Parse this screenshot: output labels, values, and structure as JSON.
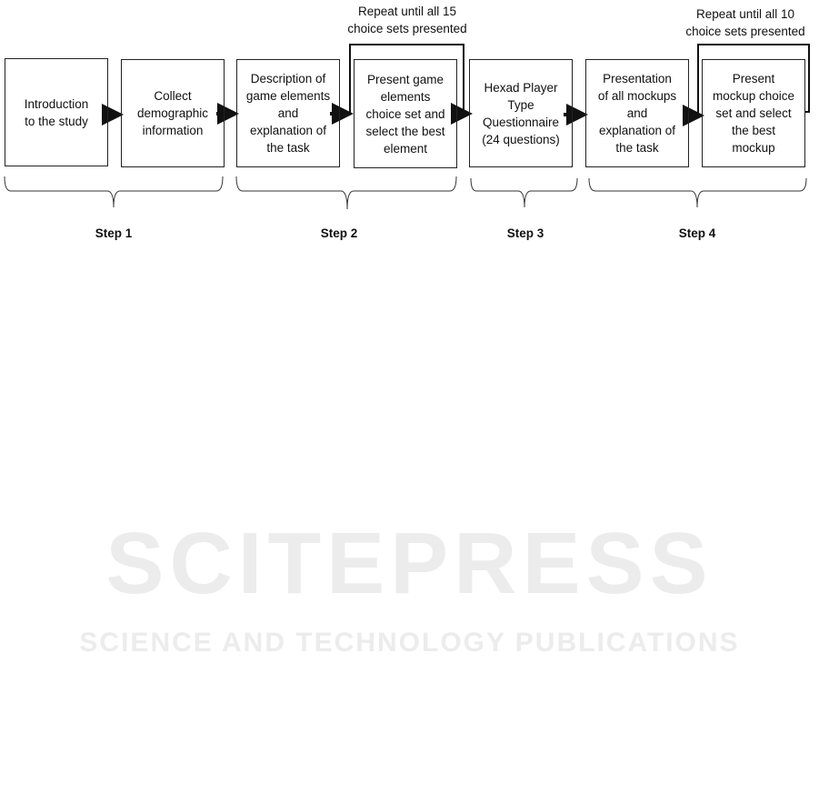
{
  "boxes": [
    "Introduction\nto the study",
    "Collect\ndemographic\ninformation",
    "Description of\ngame elements\nand\nexplanation of\nthe task",
    "Present game\nelements\nchoice set and\nselect the best\nelement",
    "Hexad Player\nType\nQuestionnaire\n(24 questions)",
    "Presentation\nof all mockups\nand\nexplanation of\nthe task",
    "Present\nmockup choice\nset and select\nthe best\nmockup"
  ],
  "loops": [
    "Repeat until all 15\nchoice sets presented",
    "Repeat until all 10\nchoice sets presented"
  ],
  "steps": [
    "Step 1",
    "Step 2",
    "Step 3",
    "Step 4"
  ],
  "watermark": {
    "title": "SCITEPRESS",
    "subtitle": "SCIENCE AND TECHNOLOGY PUBLICATIONS"
  }
}
